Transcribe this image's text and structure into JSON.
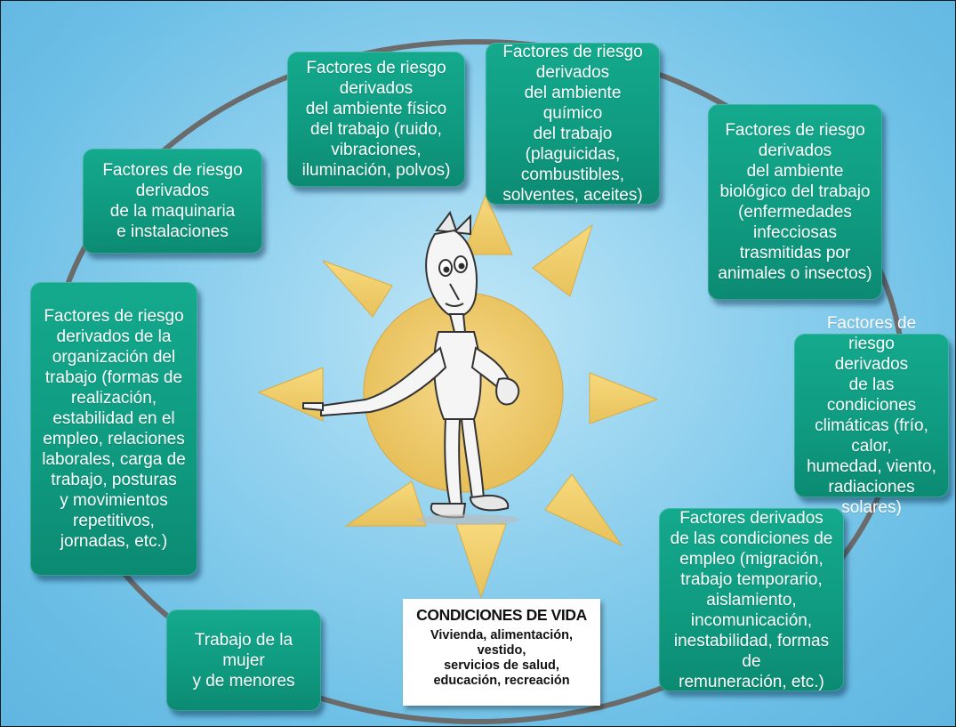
{
  "colors": {
    "background": "#7cc8ea",
    "box_fill": "#129f86",
    "ring": "#6b6b6b",
    "sun": "#f2cd68",
    "sun_core": "#ecc563"
  },
  "figure": {
    "name": "worker-character-pointing",
    "description_icon": "person-pointing-icon"
  },
  "boxes": {
    "fisico": "Factores de riesgo\nderivados\ndel ambiente físico\ndel trabajo (ruido,\nvibraciones,\niluminación, polvos)",
    "quimico": "Factores de riesgo\nderivados\ndel ambiente químico\ndel trabajo\n(plaguicidas,\ncombustibles,\nsolventes, aceites)",
    "biologico": "Factores de riesgo\nderivados\ndel ambiente\nbiológico del trabajo\n(enfermedades\ninfecciosas\ntrasmitidas por\nanimales o insectos)",
    "maquinaria": "Factores de riesgo\nderivados\nde la maquinaria\ne instalaciones",
    "organizacion": "Factores de riesgo\nderivados de la\norganización del\ntrabajo (formas de\nrealización,\nestabilidad en el\nempleo, relaciones\nlaborales, carga de\ntrabajo, posturas\ny movimientos\nrepetitivos,\njornadas, etc.)",
    "climaticas": "Factores de riesgo\nderivados\nde las condiciones\nclimáticas (frío, calor,\nhumedad, viento,\nradiaciones\nsolares)",
    "empleo": "Factores derivados\nde las condiciones de\nempleo (migración,\ntrabajo temporario,\naislamiento,\nincomunicación,\ninestabilidad, formas de\nremuneración, etc.)",
    "mujer": "Trabajo de la\nmujer\ny de menores"
  },
  "condiciones_vida": {
    "title": "CONDICIONES DE VIDA",
    "body": "Vivienda, alimentación,\nvestido,\nservicios de salud,\neducación, recreación"
  }
}
